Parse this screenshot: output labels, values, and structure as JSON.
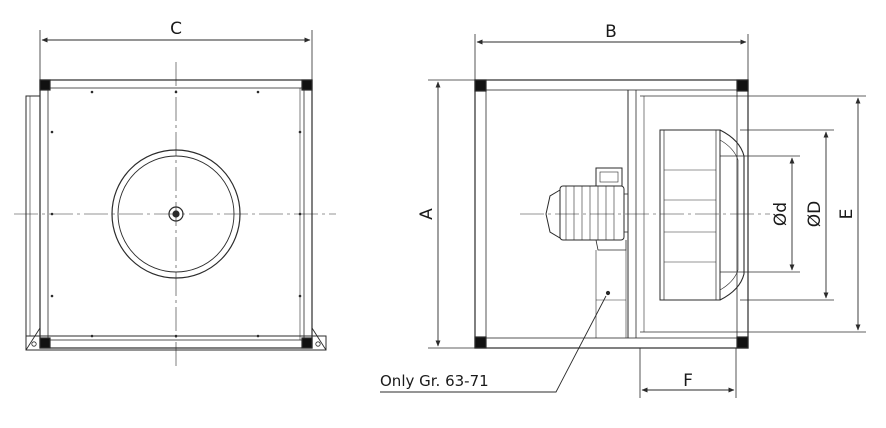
{
  "labels": {
    "c": "C",
    "b": "B",
    "a": "A",
    "e": "E",
    "d_small": "Ød",
    "d_large": "ØD",
    "f": "F",
    "note": "Only Gr. 63-71"
  },
  "colors": {
    "line": "#2b2b2b",
    "thin": "#555555",
    "corner": "#111111",
    "fill": "#f4f4f4"
  }
}
